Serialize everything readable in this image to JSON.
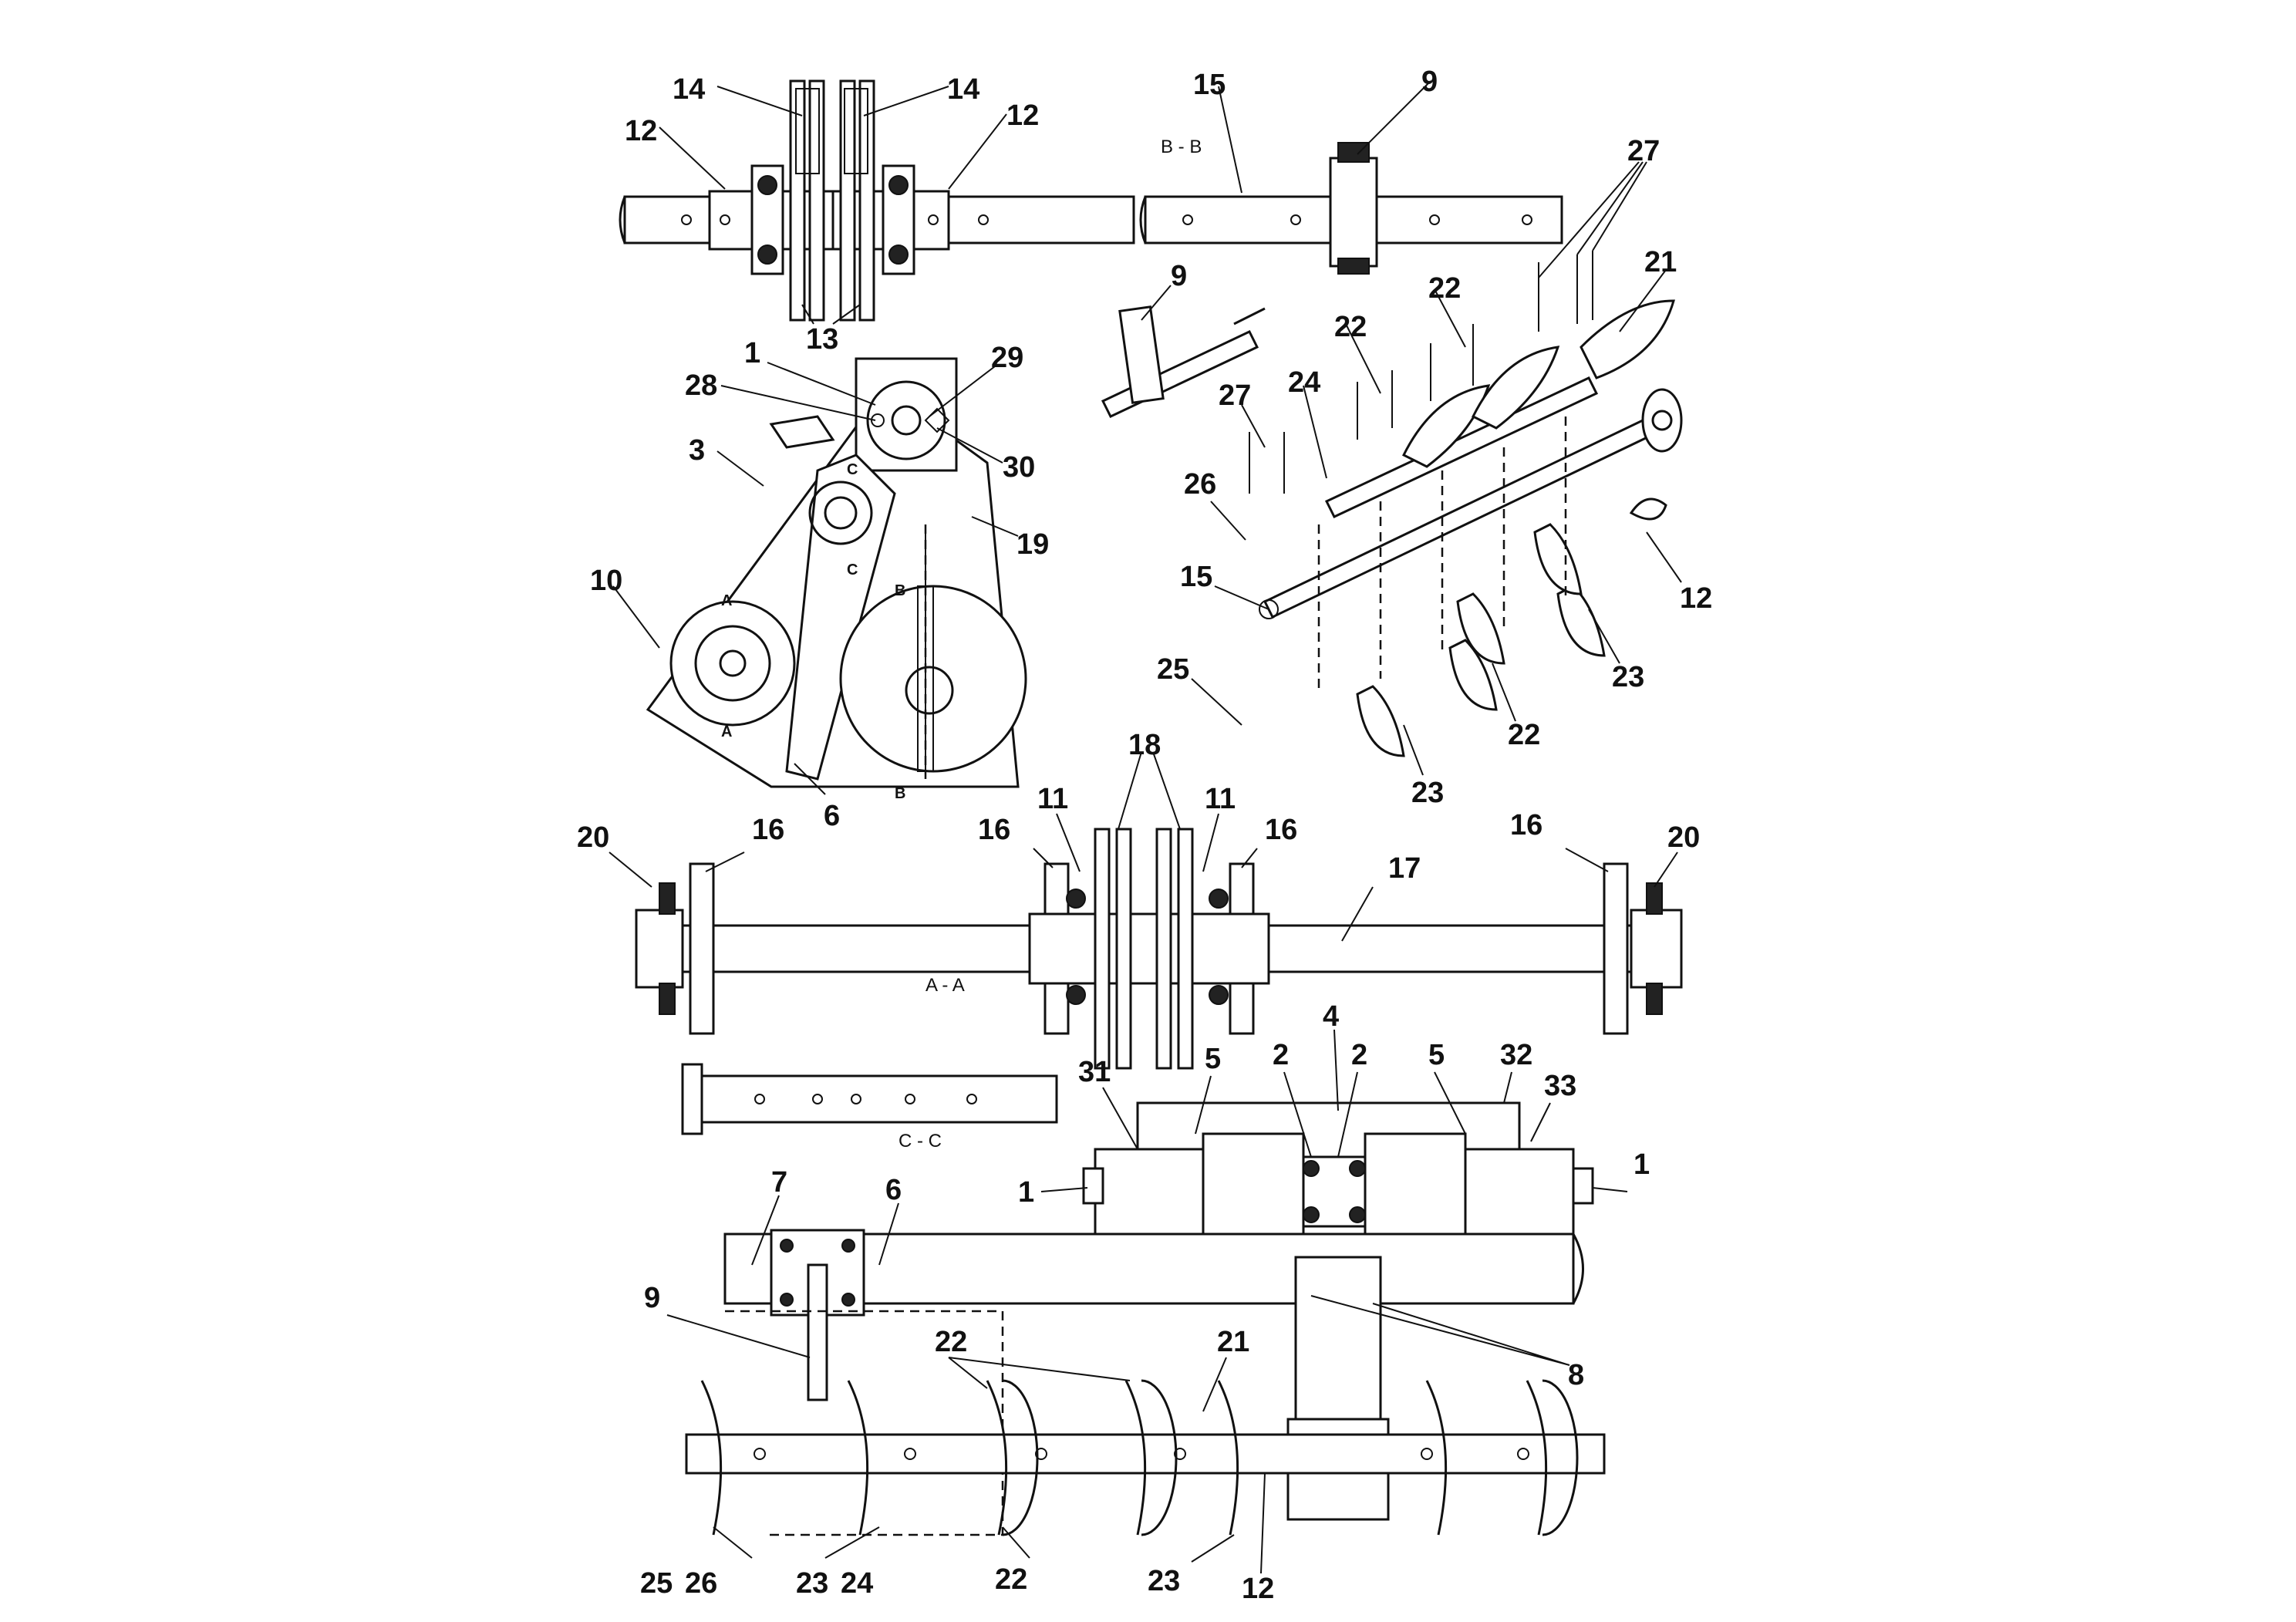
{
  "figure": {
    "section_labels": {
      "bb": "B - B",
      "aa": "A - A",
      "cc": "C - C",
      "a_mark": "A",
      "b_mark": "B",
      "c_mark": "C"
    },
    "part_labels": [
      {
        "id": "lbl-14-left",
        "text": "14"
      },
      {
        "id": "lbl-14-right",
        "text": "14"
      },
      {
        "id": "lbl-12-topleft",
        "text": "12"
      },
      {
        "id": "lbl-12-topmid",
        "text": "12"
      },
      {
        "id": "lbl-13",
        "text": "13"
      },
      {
        "id": "lbl-15-top",
        "text": "15"
      },
      {
        "id": "lbl-9-top",
        "text": "9"
      },
      {
        "id": "lbl-27-top",
        "text": "27"
      },
      {
        "id": "lbl-21-top",
        "text": "21"
      },
      {
        "id": "lbl-9-mid",
        "text": "9"
      },
      {
        "id": "lbl-22-a",
        "text": "22"
      },
      {
        "id": "lbl-22-b",
        "text": "22"
      },
      {
        "id": "lbl-1-top",
        "text": "1"
      },
      {
        "id": "lbl-29",
        "text": "29"
      },
      {
        "id": "lbl-28",
        "text": "28"
      },
      {
        "id": "lbl-30",
        "text": "30"
      },
      {
        "id": "lbl-3",
        "text": "3"
      },
      {
        "id": "lbl-27-mid",
        "text": "27"
      },
      {
        "id": "lbl-24-mid",
        "text": "24"
      },
      {
        "id": "lbl-26-mid",
        "text": "26"
      },
      {
        "id": "lbl-19",
        "text": "19"
      },
      {
        "id": "lbl-10",
        "text": "10"
      },
      {
        "id": "lbl-15-mid",
        "text": "15"
      },
      {
        "id": "lbl-12-right",
        "text": "12"
      },
      {
        "id": "lbl-25-mid",
        "text": "25"
      },
      {
        "id": "lbl-23-right",
        "text": "23"
      },
      {
        "id": "lbl-22-c",
        "text": "22"
      },
      {
        "id": "lbl-6-mid",
        "text": "6"
      },
      {
        "id": "lbl-23-mid",
        "text": "23"
      },
      {
        "id": "lbl-18",
        "text": "18"
      },
      {
        "id": "lbl-11-left",
        "text": "11"
      },
      {
        "id": "lbl-11-right",
        "text": "11"
      },
      {
        "id": "lbl-20-left",
        "text": "20"
      },
      {
        "id": "lbl-16-a",
        "text": "16"
      },
      {
        "id": "lbl-16-b",
        "text": "16"
      },
      {
        "id": "lbl-16-c",
        "text": "16"
      },
      {
        "id": "lbl-16-d",
        "text": "16"
      },
      {
        "id": "lbl-20-right",
        "text": "20"
      },
      {
        "id": "lbl-17",
        "text": "17"
      },
      {
        "id": "lbl-4",
        "text": "4"
      },
      {
        "id": "lbl-2-left",
        "text": "2"
      },
      {
        "id": "lbl-2-right",
        "text": "2"
      },
      {
        "id": "lbl-5-left",
        "text": "5"
      },
      {
        "id": "lbl-5-right",
        "text": "5"
      },
      {
        "id": "lbl-32",
        "text": "32"
      },
      {
        "id": "lbl-31",
        "text": "31"
      },
      {
        "id": "lbl-33",
        "text": "33"
      },
      {
        "id": "lbl-1-left",
        "text": "1"
      },
      {
        "id": "lbl-1-right",
        "text": "1"
      },
      {
        "id": "lbl-7",
        "text": "7"
      },
      {
        "id": "lbl-6-bot",
        "text": "6"
      },
      {
        "id": "lbl-9-bot",
        "text": "9"
      },
      {
        "id": "lbl-22-bot",
        "text": "22"
      },
      {
        "id": "lbl-21-bot",
        "text": "21"
      },
      {
        "id": "lbl-8",
        "text": "8"
      },
      {
        "id": "lbl-25-bot",
        "text": "25"
      },
      {
        "id": "lbl-26-bot",
        "text": "26"
      },
      {
        "id": "lbl-23-bot-a",
        "text": "23"
      },
      {
        "id": "lbl-24-bot",
        "text": "24"
      },
      {
        "id": "lbl-22-bot-b",
        "text": "22"
      },
      {
        "id": "lbl-23-bot-b",
        "text": "23"
      },
      {
        "id": "lbl-12-bot",
        "text": "12"
      }
    ]
  }
}
